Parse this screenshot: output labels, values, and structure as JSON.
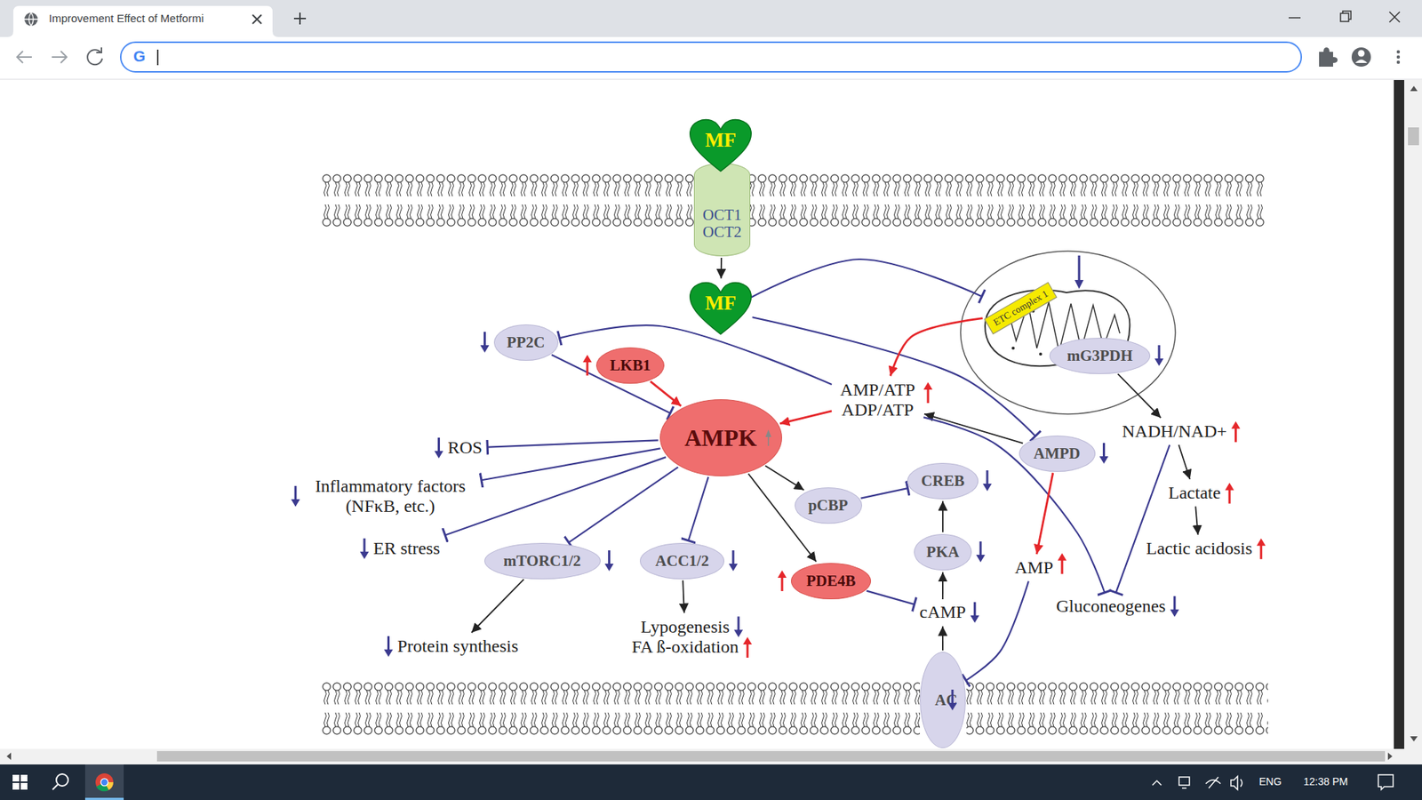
{
  "diagram": {
    "nodes": [
      {
        "text": [
          "MF"
        ]
      },
      {
        "text": [
          "OCT1 OCT2"
        ]
      },
      {
        "text": [
          "MF"
        ]
      },
      {
        "text": [
          "ETC complex 1"
        ]
      },
      {
        "text": [
          "PP2C"
        ]
      },
      {
        "text": [
          "LKB1"
        ]
      },
      {
        "text": [
          "AMPK"
        ]
      },
      {
        "text": [
          "AMP/ATP ADP/ATP"
        ]
      },
      {
        "text": [
          "mG3PDH"
        ]
      },
      {
        "text": [
          "NADH/NAD+"
        ]
      },
      {
        "text": [
          "ROS"
        ]
      },
      {
        "text": [
          "AMPD"
        ]
      },
      {
        "text": [
          "Inflammatory factors (NFκB, etc.)"
        ]
      },
      {
        "text": [
          "pCBP"
        ]
      },
      {
        "text": [
          "CREB"
        ]
      },
      {
        "text": [
          "Lactate"
        ]
      },
      {
        "text": [
          "ER stress"
        ]
      },
      {
        "text": [
          "mTORC1/2"
        ]
      },
      {
        "text": [
          "ACC1/2"
        ]
      },
      {
        "text": [
          "PKA"
        ]
      },
      {
        "text": [
          "Lactic acidosis"
        ]
      },
      {
        "text": [
          "PDE4B"
        ]
      },
      {
        "text": [
          "AMP"
        ]
      },
      {
        "text": [
          "Gluconeogenes"
        ]
      },
      {
        "text": [
          "cAMP"
        ]
      },
      {
        "text": [
          "Lypogenesis",
          "FA ß-oxidation"
        ]
      },
      {
        "text": [
          "Protein synthesis"
        ]
      },
      {
        "text": [
          "AC"
        ]
      }
    ],
    "edges": [
      {
        "from": 1,
        "to": 2,
        "arrow": "to"
      },
      {
        "from": 2,
        "to": 3,
        "arrow": "to"
      },
      {
        "from": 2,
        "to": 11,
        "arrow": "to"
      },
      {
        "from": 3,
        "to": 7,
        "arrow": "to"
      },
      {
        "from": 7,
        "to": 4,
        "arrow": "to"
      },
      {
        "from": 4,
        "to": 6,
        "arrow": "to"
      },
      {
        "from": 5,
        "to": 6,
        "arrow": "to"
      },
      {
        "from": 7,
        "to": 6,
        "arrow": "to"
      },
      {
        "from": 11,
        "to": 7,
        "arrow": "to"
      },
      {
        "from": 8,
        "to": 9,
        "arrow": "to"
      },
      {
        "from": 9,
        "to": 15,
        "arrow": "to"
      },
      {
        "from": 15,
        "to": 20,
        "arrow": "to"
      },
      {
        "from": 9,
        "to": 23,
        "arrow": "to"
      },
      {
        "from": 7,
        "to": 23,
        "arrow": "to"
      },
      {
        "from": 6,
        "to": 10,
        "arrow": "to"
      },
      {
        "from": 6,
        "to": 12,
        "arrow": "to"
      },
      {
        "from": 6,
        "to": 16,
        "arrow": "to"
      },
      {
        "from": 6,
        "to": 17,
        "arrow": "to"
      },
      {
        "from": 6,
        "to": 18,
        "arrow": "to"
      },
      {
        "from": 17,
        "to": 26,
        "arrow": "to"
      },
      {
        "from": 18,
        "to": 25,
        "arrow": "to"
      },
      {
        "from": 6,
        "to": 13,
        "arrow": "to"
      },
      {
        "from": 13,
        "to": 14,
        "arrow": "to"
      },
      {
        "from": 6,
        "to": 21,
        "arrow": "to"
      },
      {
        "from": 21,
        "to": 24,
        "arrow": "to"
      },
      {
        "from": 24,
        "to": 19,
        "arrow": "to"
      },
      {
        "from": 19,
        "to": 14,
        "arrow": "to"
      },
      {
        "from": 27,
        "to": 24,
        "arrow": "to"
      },
      {
        "from": 11,
        "to": 22,
        "arrow": "to"
      },
      {
        "from": 22,
        "to": 27,
        "arrow": "to"
      }
    ],
    "labels": [
      "Improvement Effect of Metformi",
      "G",
      "ENG",
      "12:38 PM"
    ]
  }
}
